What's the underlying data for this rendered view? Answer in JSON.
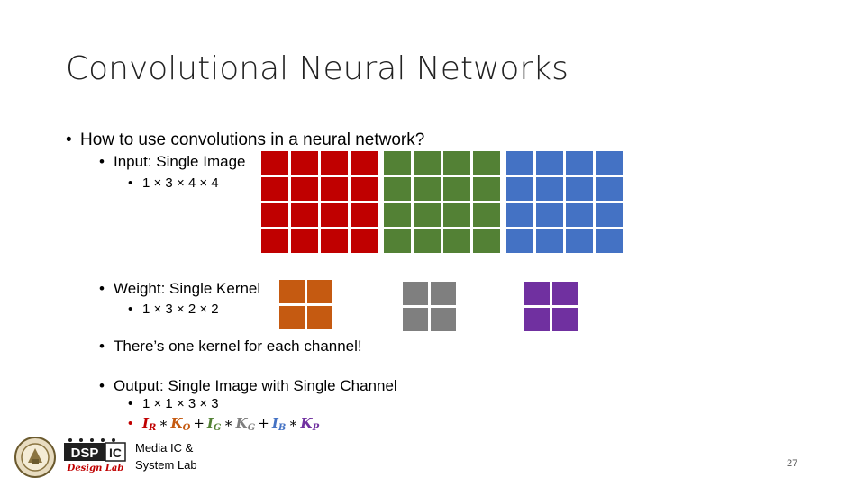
{
  "slide": {
    "title": "Convolutional Neural Networks",
    "page_number": "27"
  },
  "bullets": {
    "q": "How to use convolutions in a neural network?",
    "input": "Input: Single Image",
    "input_dims": "1 × 3 × 4 × 4",
    "weight": "Weight: Single Kernel",
    "weight_dims": "1 × 3 × 2 × 2",
    "per_channel": "There’s one kernel for each channel!",
    "output": "Output: Single Image with Single Channel",
    "output_dims": "1 × 1 × 3 × 3"
  },
  "formula": {
    "t1_var": "I",
    "t1_sub": "R",
    "t1_k": "K",
    "t1_ksub": "O",
    "t2_var": "I",
    "t2_sub": "G",
    "t2_k": "K",
    "t2_ksub": "G",
    "t3_var": "I",
    "t3_sub": "B",
    "t3_k": "K",
    "t3_ksub": "P",
    "star": "∗",
    "plus": "+"
  },
  "colors": {
    "red": "#c00000",
    "green": "#538135",
    "blue": "#4472c4",
    "orange": "#c55a11",
    "gray": "#7f7f7f",
    "purple": "#7030a0"
  },
  "footer": {
    "lab_line1": "Media IC &",
    "lab_line2": "System Lab",
    "logo_top": "DSP",
    "logo_right": "IC",
    "logo_script": "Design Lab"
  }
}
